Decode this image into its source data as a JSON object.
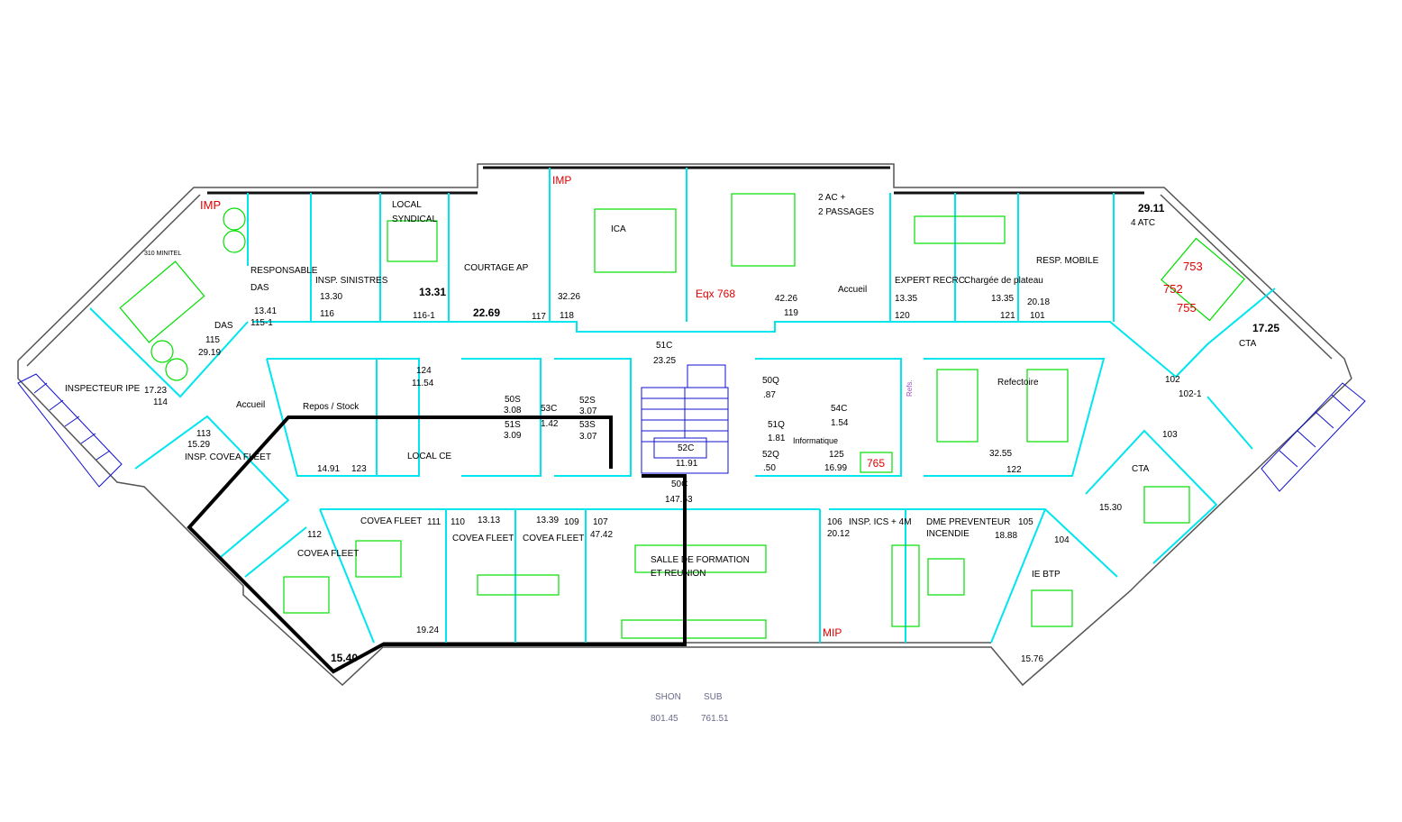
{
  "colors": {
    "walls": "#00e5ee",
    "furniture": "#00e000",
    "names": "#e00000",
    "stairs": "#1010d0",
    "heavy_outline": "#000000"
  },
  "labels": [
    "IMP",
    "RESPONSABLE",
    "DAS",
    "13.41",
    "115-1",
    "INSP. SINISTRES",
    "13.30",
    "116",
    "LOCAL",
    "SYNDICAL",
    "13.31",
    "116-1",
    "COURTAGE AP",
    "22.69",
    "117",
    "32.26",
    "118",
    "ICA",
    "Eqx 768",
    "42.26",
    "119",
    "2 AC +",
    "2 PASSAGES",
    "Accueil",
    "EXPERT RECRC.",
    "13.35",
    "120",
    "Chargée de plateau",
    "13.35",
    "121",
    "20.18",
    "101",
    "RESP. MOBILE",
    "29.11",
    "4 ATC",
    "753",
    "752",
    "755",
    "17.25",
    "CTA",
    "102",
    "102-1",
    "DAS",
    "115",
    "29.19",
    "INSPECTEUR IPE",
    "17.23",
    "114",
    "124",
    "11.54",
    "Accueil",
    "Repos / Stock",
    "51C",
    "23.25",
    "50S",
    "3.08",
    "51S",
    "3.09",
    "53C",
    "1.42",
    "52S",
    "3.07",
    "53S",
    "3.07",
    "50Q",
    ".87",
    "51Q",
    "1.81",
    "52Q",
    ".50",
    "54C",
    "1.54",
    "Informatique",
    "125",
    "16.99",
    "765",
    "Refectoire",
    "32.55",
    "122",
    "52C",
    "11.91",
    "50C",
    "147.53",
    "14.91",
    "123",
    "LOCAL CE",
    "113",
    "15.29",
    "INSP. COVEA FLEET",
    "103",
    "CTA",
    "15.30",
    "112",
    "COVEA FLEET",
    "COVEA FLEET",
    "111",
    "110",
    "13.13",
    "COVEA FLEET",
    "13.39",
    "109",
    "COVEA FLEET",
    "107",
    "47.42",
    "SALLE DE FORMATION",
    "ET REUNION",
    "19.24",
    "15.40",
    "106",
    "20.12",
    "INSP. ICS + 4M",
    "DME PREVENTEUR",
    "INCENDIE",
    "105",
    "18.88",
    "104",
    "IE BTP",
    "15.76",
    "MIP",
    "IMP",
    "310 MINITEL",
    "Refs."
  ],
  "summary": {
    "shon_label": "SHON",
    "sub_label": "SUB",
    "shon_value": "801.45",
    "sub_value": "761.51"
  }
}
